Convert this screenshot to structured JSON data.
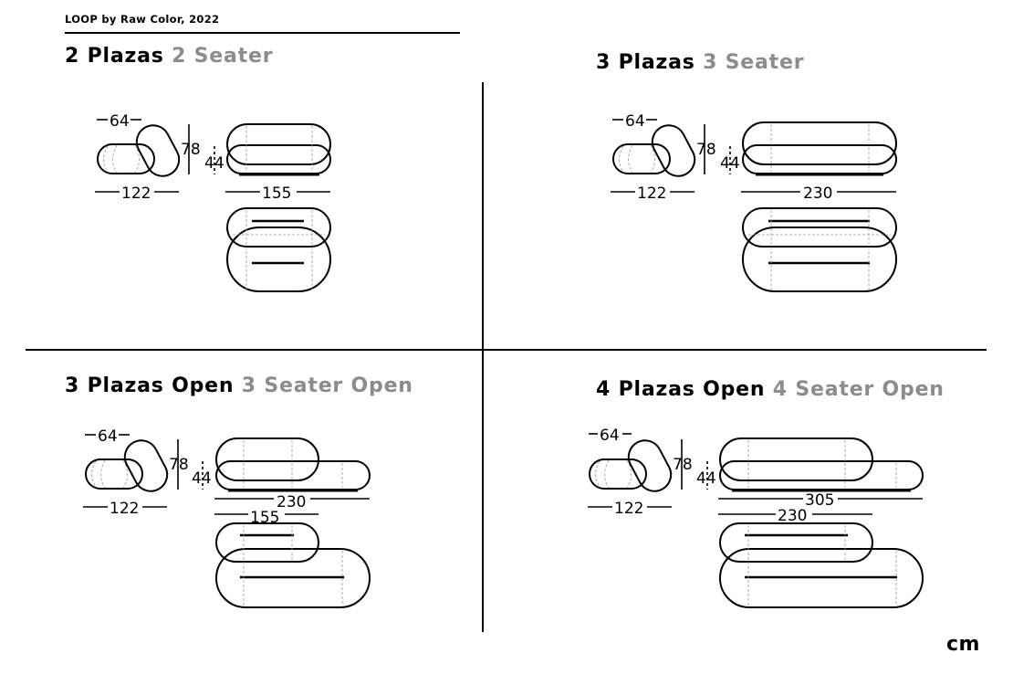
{
  "document": {
    "title": "LOOP by Raw Color, 2022",
    "unit": "cm"
  },
  "panels": [
    {
      "title_es": "2 Plazas",
      "title_en": "2 Seater",
      "dims": {
        "armchair_depth": "64",
        "armchair_width": "122",
        "height": "78",
        "seat_height": "44",
        "sofa_width": "155"
      }
    },
    {
      "title_es": "3 Plazas",
      "title_en": "3 Seater",
      "dims": {
        "armchair_depth": "64",
        "armchair_width": "122",
        "height": "78",
        "seat_height": "44",
        "sofa_width": "230"
      }
    },
    {
      "title_es": "3 Plazas Open",
      "title_en": "3 Seater Open",
      "dims": {
        "armchair_depth": "64",
        "armchair_width": "122",
        "height": "78",
        "seat_height": "44",
        "seat_width": "230",
        "back_width": "155"
      }
    },
    {
      "title_es": "4 Plazas Open",
      "title_en": "4 Seater Open",
      "dims": {
        "armchair_depth": "64",
        "armchair_width": "122",
        "height": "78",
        "seat_height": "44",
        "seat_width": "305",
        "back_width": "230"
      }
    }
  ]
}
